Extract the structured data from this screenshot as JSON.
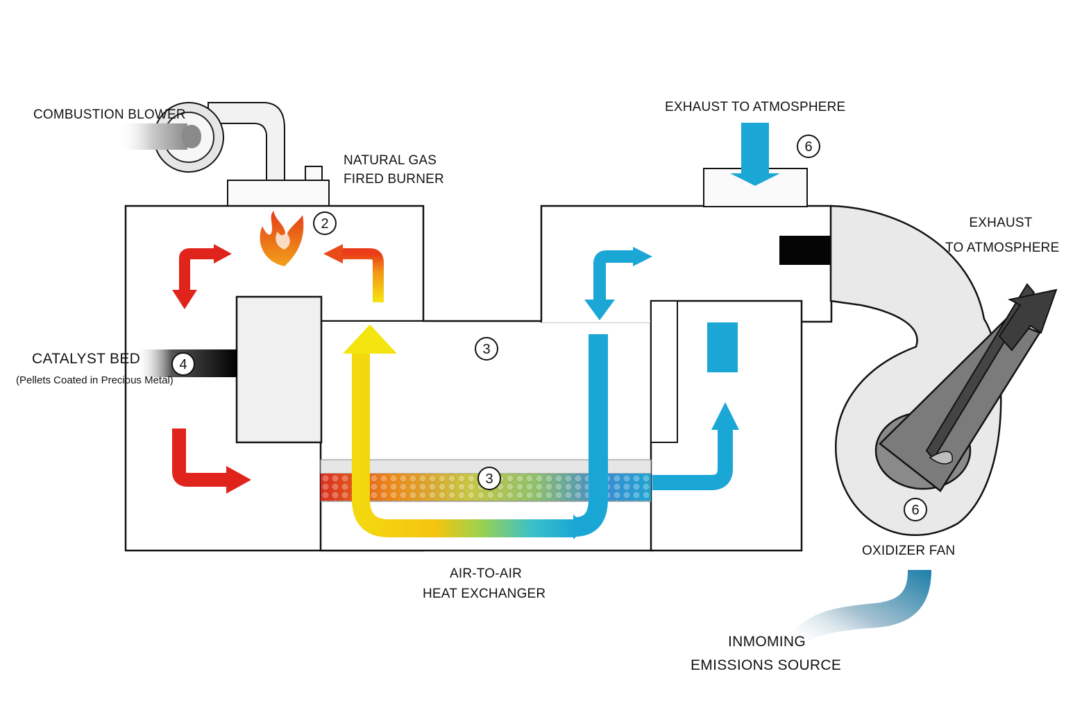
{
  "labels": {
    "combustion_blower": "COMBUSTION BLOWER",
    "natural_gas_line1": "NATURAL GAS",
    "natural_gas_line2": "FIRED BURNER",
    "exhaust_top": "EXHAUST TO ATMOSPHERE",
    "exhaust_right_line1": "EXHAUST",
    "exhaust_right_line2": "TO ATMOSPHERE",
    "catalyst_bed": "CATALYST BED",
    "catalyst_bed_sub": "(Pellets Coated in Precious Metal)",
    "heat_exchanger_line1": "AIR-TO-AIR",
    "heat_exchanger_line2": "HEAT EXCHANGER",
    "oxidizer_fan": "OXIDIZER FAN",
    "incoming_line1": "INMOMING",
    "incoming_line2": "EMISSIONS SOURCE"
  },
  "markers": {
    "burner": "2",
    "heat_exchanger_upper": "3",
    "heat_exchanger_lower": "3",
    "catalyst": "4",
    "exhaust_stack": "6",
    "fan": "6"
  },
  "colors": {
    "outline": "#111111",
    "hot_red": "#e0231b",
    "hot_orange": "#f07a14",
    "hot_yellow": "#f4e40f",
    "cool_blue": "#1aa7d6",
    "fan_grey": "#7a7a7a",
    "pipe_light": "#eeeeee"
  },
  "icons": {
    "flame": "flame-icon",
    "arrows": "flow-arrow-icon"
  }
}
